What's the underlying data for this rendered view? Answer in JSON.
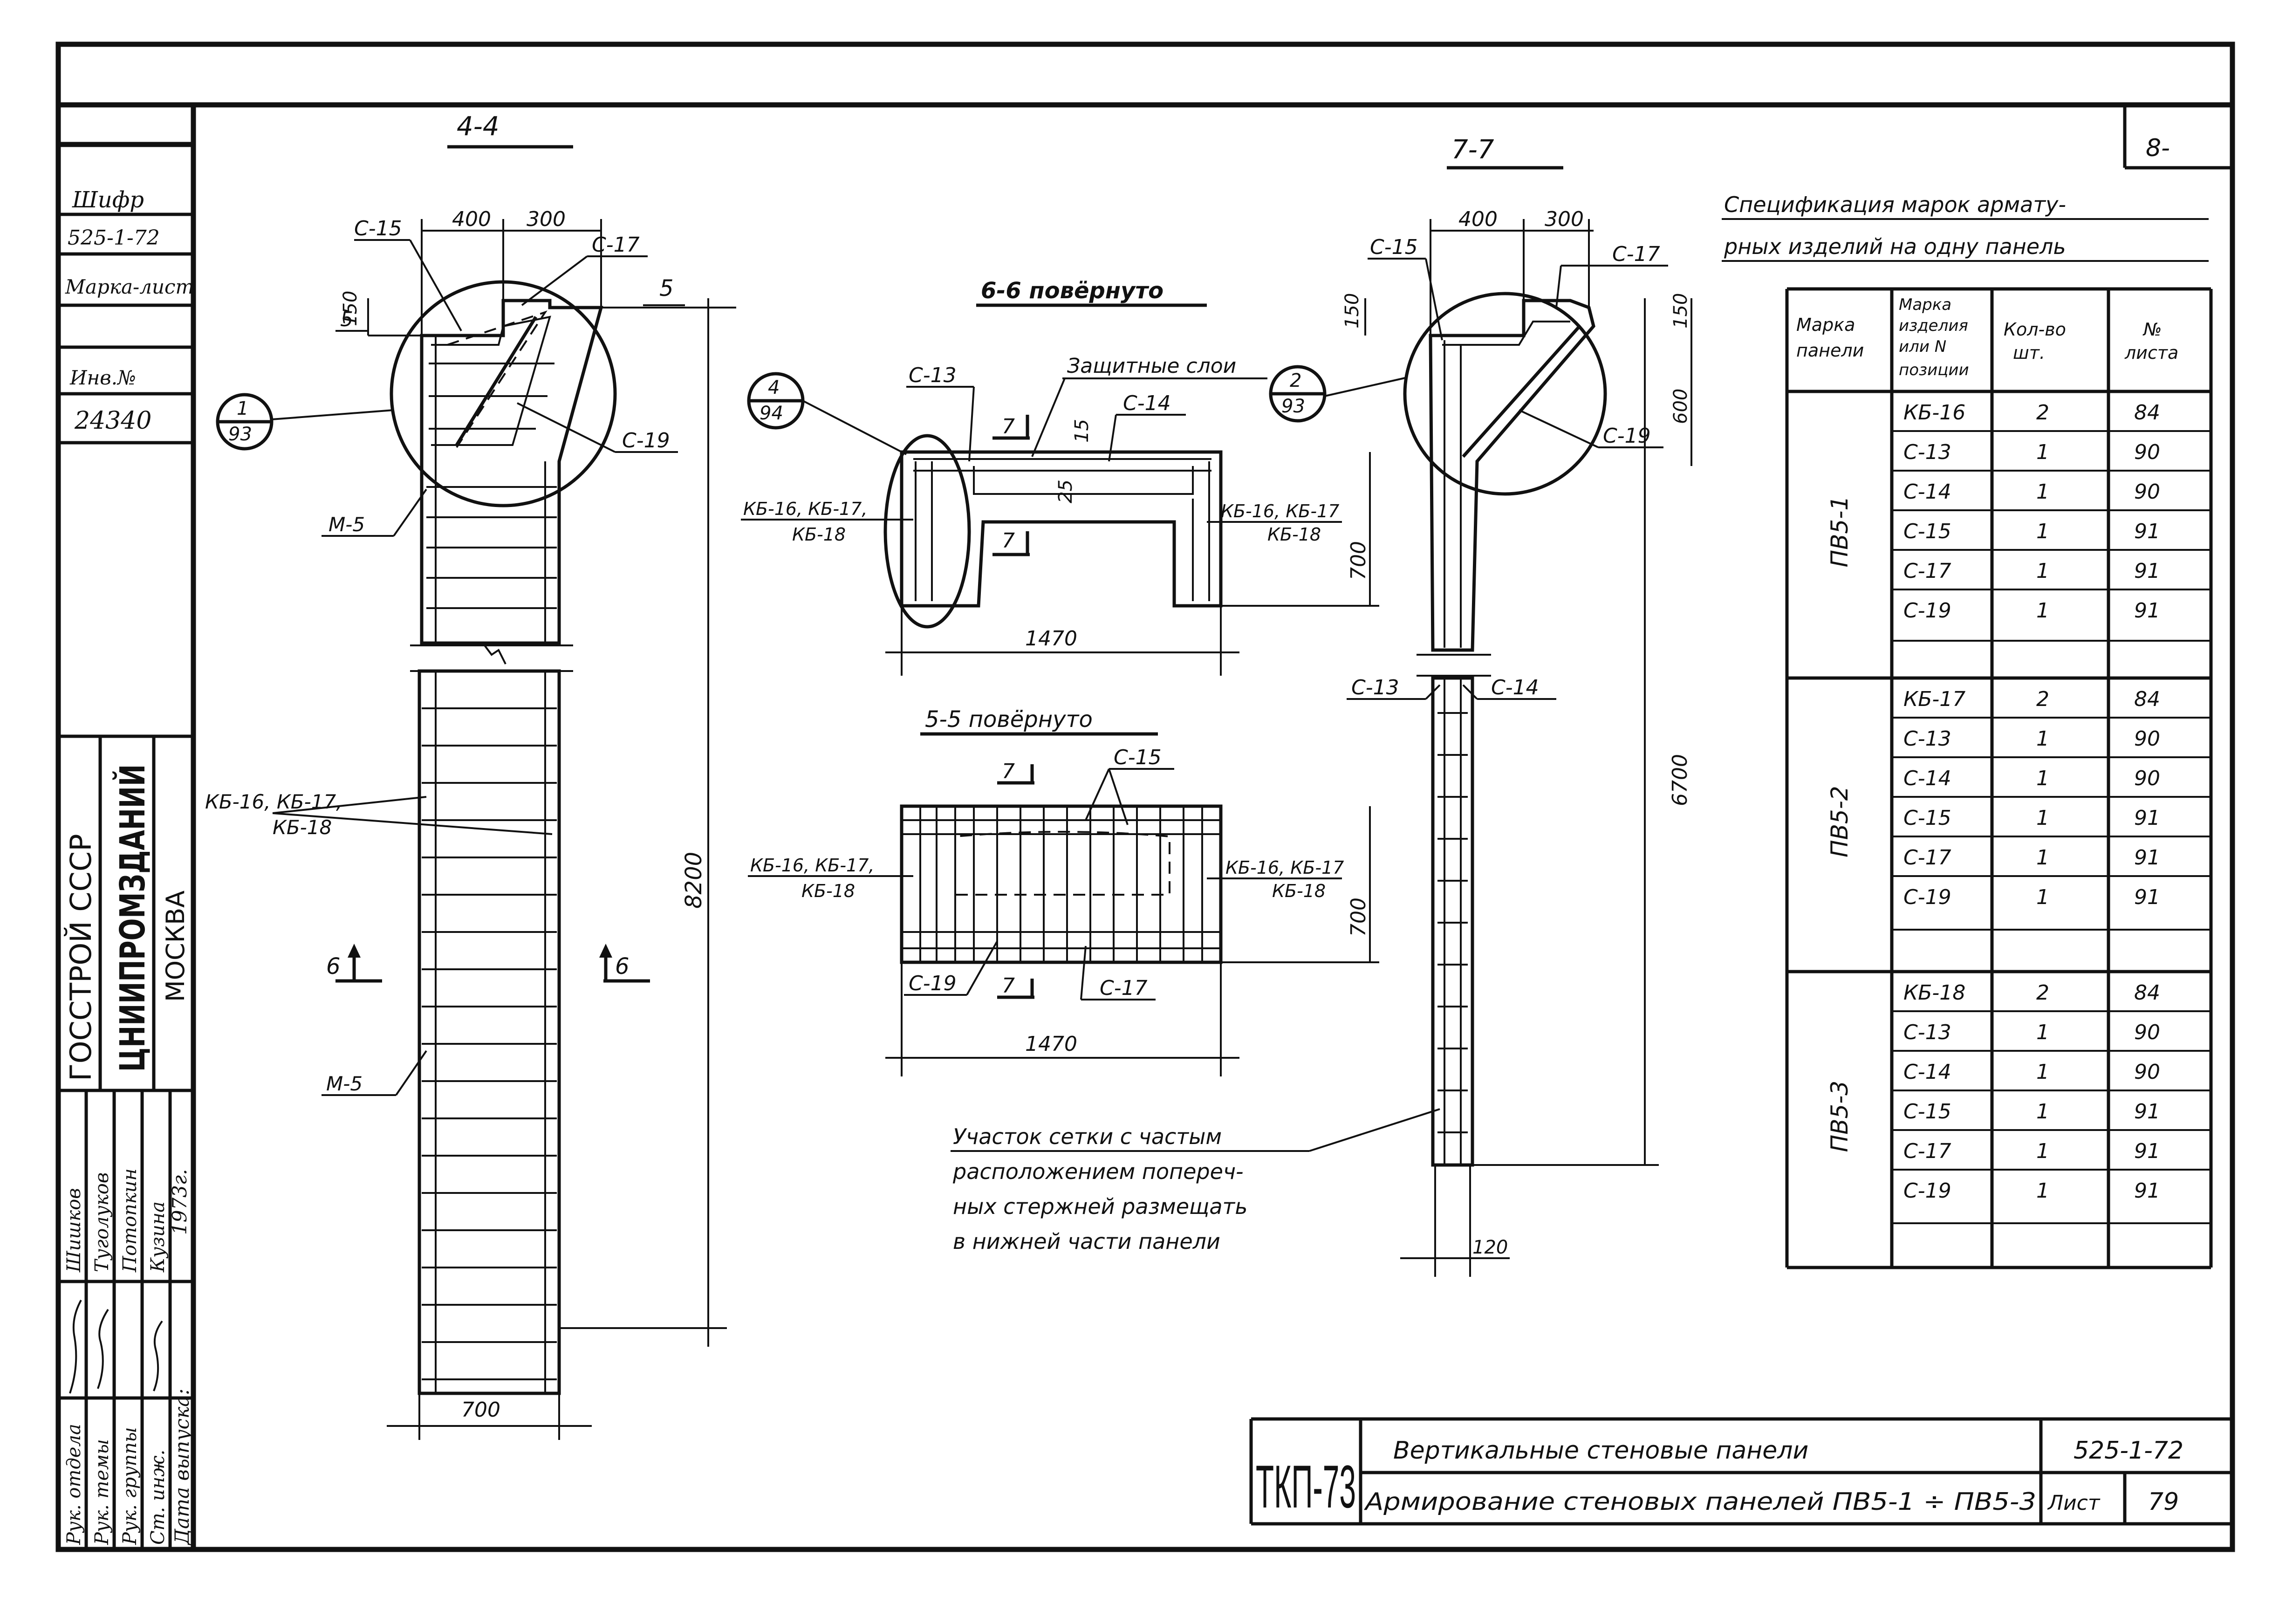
{
  "sheet_number_corner": "8-",
  "side_stamp": {
    "shifr_label": "Шифр",
    "shifr_value": "525-1-72",
    "marka_list_label": "Марка-лист",
    "inv_label": "Инв.№",
    "inv_value": "24340",
    "org_line1": "ГОССТРОЙ СССР",
    "org_line2": "ЦНИИПРОМЗДАНИЙ",
    "org_line3": "МОСКВА",
    "roles": [
      "Рук. отдела",
      "Рук. темы",
      "Рук. группы",
      "Ст. инж.",
      "Дата выпуска:"
    ],
    "names": [
      "Шишков",
      "Туголуков",
      "Потопкин",
      "Кузина",
      "1973г."
    ]
  },
  "title_block": {
    "code": "ТКП-73",
    "title_line1": "Вертикальные стеновые панели",
    "title_line2": "Армирование стеновых панелей ПВ5-1 ÷ ПВ5-3",
    "doc_number": "525-1-72",
    "list_label": "Лист",
    "list_number": "79"
  },
  "spec": {
    "title_line1": "Спецификация марок армату-",
    "title_line2": "рных изделий на одну панель",
    "headers": [
      "Марка панели",
      "Марка изделия или N позиции",
      "Кол-во шт.",
      "№ листа"
    ],
    "groups": [
      {
        "panel": "ПВ5-1",
        "rows": [
          [
            "КБ-16",
            "2",
            "84"
          ],
          [
            "С-13",
            "1",
            "90"
          ],
          [
            "С-14",
            "1",
            "90"
          ],
          [
            "С-15",
            "1",
            "91"
          ],
          [
            "С-17",
            "1",
            "91"
          ],
          [
            "С-19",
            "1",
            "91"
          ]
        ]
      },
      {
        "panel": "ПВ5-2",
        "rows": [
          [
            "КБ-17",
            "2",
            "84"
          ],
          [
            "С-13",
            "1",
            "90"
          ],
          [
            "С-14",
            "1",
            "90"
          ],
          [
            "С-15",
            "1",
            "91"
          ],
          [
            "С-17",
            "1",
            "91"
          ],
          [
            "С-19",
            "1",
            "91"
          ]
        ]
      },
      {
        "panel": "ПВ5-3",
        "rows": [
          [
            "КБ-18",
            "2",
            "84"
          ],
          [
            "С-13",
            "1",
            "90"
          ],
          [
            "С-14",
            "1",
            "90"
          ],
          [
            "С-15",
            "1",
            "91"
          ],
          [
            "С-17",
            "1",
            "91"
          ],
          [
            "С-19",
            "1",
            "91"
          ]
        ]
      }
    ]
  },
  "section44": {
    "title": "4-4",
    "dim_400": "400",
    "dim_300": "300",
    "dim_150": "150",
    "dim_5": "5",
    "label_c15": "С-15",
    "label_c17": "С-17",
    "label_c19": "С-19",
    "ref_top": "1",
    "ref_bottom": "93",
    "label_m5_top": "М-5",
    "label_m5_bottom": "М-5",
    "label_kb1": "КБ-16, КБ-17,",
    "label_kb2": "КБ-18",
    "dim_height": "8200",
    "dim_width": "700",
    "cut_mark": "6"
  },
  "section66": {
    "title": "6-6 повёрнуто",
    "label_protect": "Защитные слои",
    "label_c13": "С-13",
    "label_c14": "С-14",
    "ref_top": "4",
    "ref_bottom": "94",
    "dim_15": "15",
    "dim_25": "25",
    "cut_mark": "7",
    "label_left1": "КБ-16, КБ-17,",
    "label_left2": "КБ-18",
    "label_right1": "КБ-16, КБ-17",
    "label_right2": "КБ-18",
    "dim_700": "700",
    "dim_1470": "1470"
  },
  "section55": {
    "title": "5-5 повёрнуто",
    "label_c15": "С-15",
    "label_c19": "С-19",
    "label_c17": "С-17",
    "label_left1": "КБ-16, КБ-17,",
    "label_left2": "КБ-18",
    "label_right1": "КБ-16, КБ-17",
    "label_right2": "КБ-18",
    "dim_700": "700",
    "dim_1470": "1470",
    "cut_mark": "7"
  },
  "section77": {
    "title": "7-7",
    "dim_400": "400",
    "dim_300": "300",
    "dim_150a": "150",
    "dim_150b": "150",
    "dim_600": "600",
    "dim_6700": "6700",
    "dim_120": "120",
    "label_c15": "С-15",
    "label_c17": "С-17",
    "label_c19": "С-19",
    "label_c13": "С-13",
    "label_c14": "С-14",
    "ref_top": "2",
    "ref_bottom": "93"
  },
  "note": {
    "line1": "Участок сетки с частым",
    "line2": "расположением попереч-",
    "line3": "ных стержней размещать",
    "line4": "в нижней части панели"
  }
}
